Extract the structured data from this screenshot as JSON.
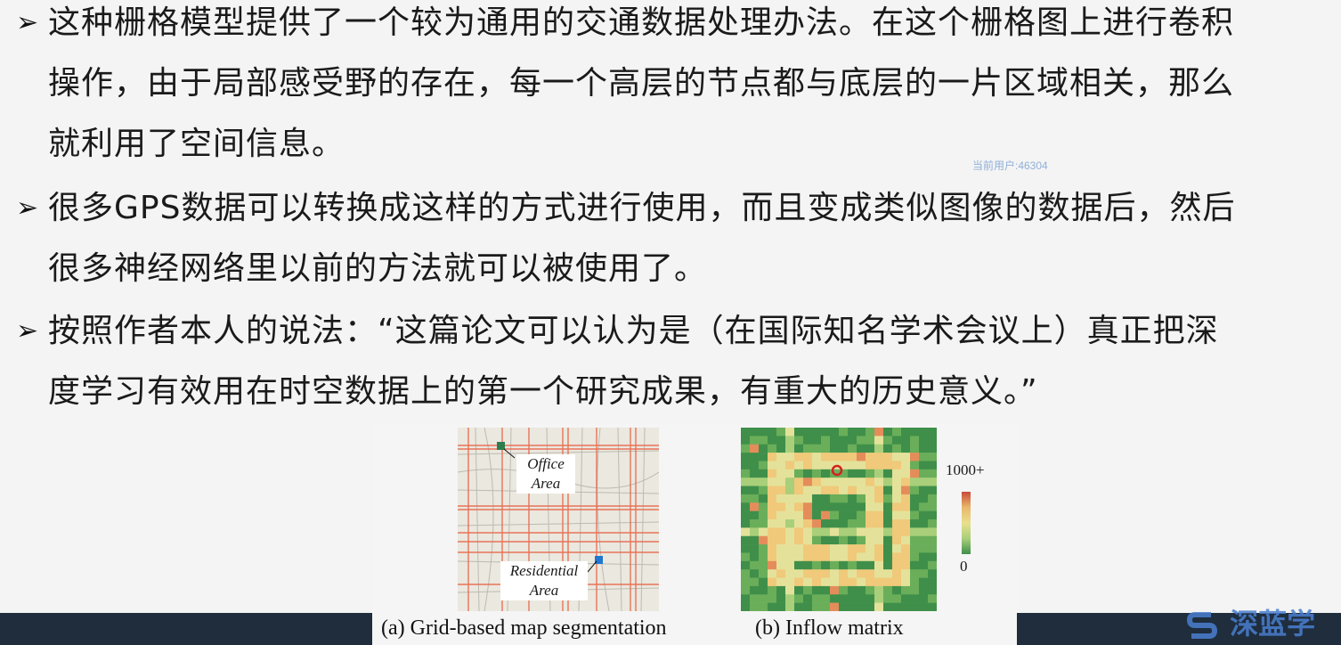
{
  "bullets": [
    {
      "lines": [
        "这种栅格模型提供了一个较为通用的交通数据处理办法。在这个栅格图上进行卷积",
        "操作，由于局部感受野的存在，每一个高层的节点都与底层的一片区域相关，那么",
        "就利用了空间信息。"
      ]
    },
    {
      "lines": [
        "很多GPS数据可以转换成这样的方式进行使用，而且变成类似图像的数据后，然后",
        "很多神经网络里以前的方法就可以被使用了。"
      ]
    },
    {
      "lines": [
        "按照作者本人的说法：“这篇论文可以认为是（在国际知名学术会议上）真正把深",
        "度学习有效用在时空数据上的第一个研究成果，有重大的历史意义。”"
      ]
    }
  ],
  "bullet_marker": "➢",
  "watermark": "当前用户:46304",
  "figure": {
    "panel_a": {
      "label_office": [
        "Office",
        "Area"
      ],
      "label_residential": [
        "Residential",
        "Area"
      ],
      "caption": "(a) Grid-based map segmentation"
    },
    "panel_b": {
      "caption": "(b) Inflow matrix",
      "legend_max": "1000+",
      "legend_min": "0"
    }
  },
  "logo_text": "深蓝学",
  "colors": {
    "accent": "#4a7fcf",
    "bar": "#1f2d3d",
    "grid_line": "#e8674a"
  }
}
